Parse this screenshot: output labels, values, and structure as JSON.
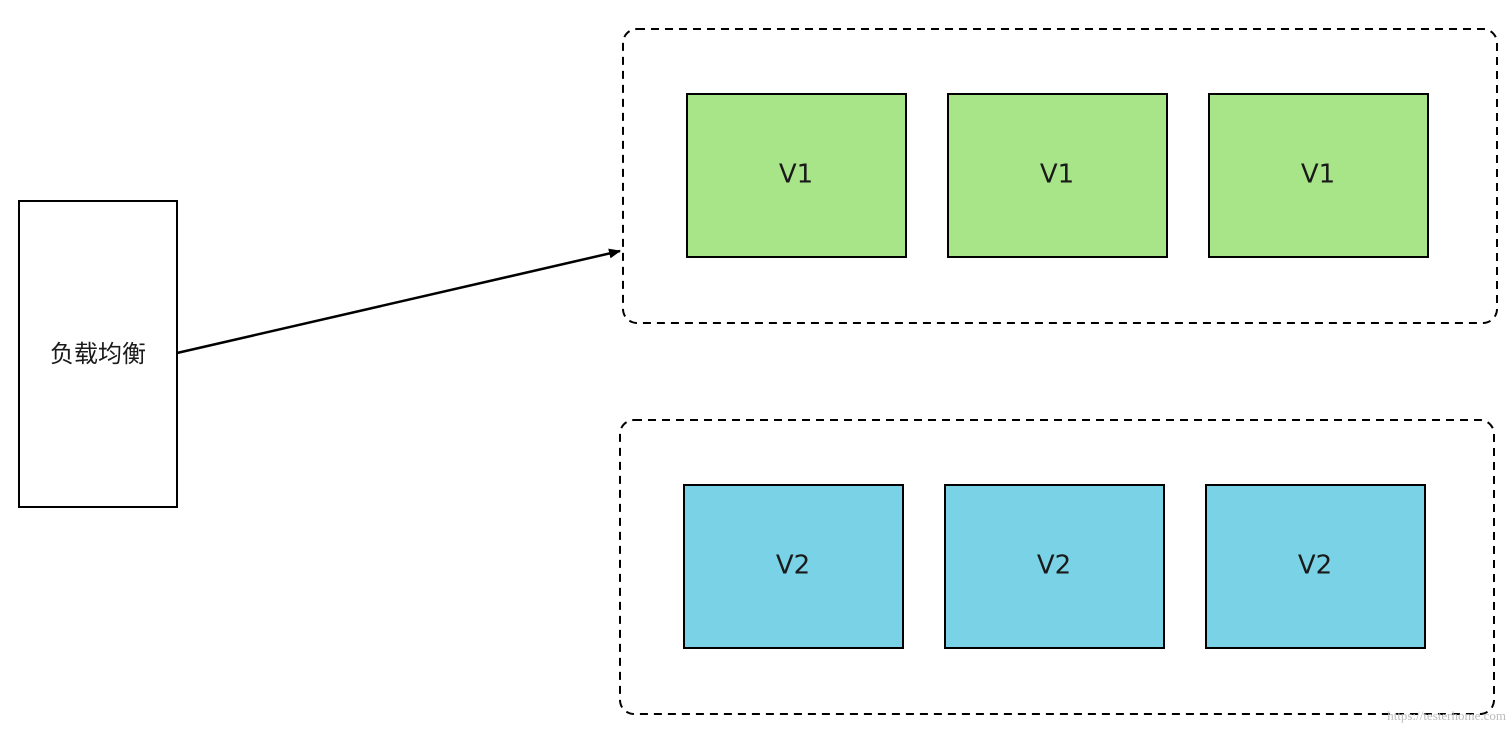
{
  "diagram": {
    "load_balancer": {
      "label": "负载均衡"
    },
    "groups": [
      {
        "id": "v1-group",
        "color": "#a8e588",
        "nodes": [
          "V1",
          "V1",
          "V1"
        ]
      },
      {
        "id": "v2-group",
        "color": "#79d2e6",
        "nodes": [
          "V2",
          "V2",
          "V2"
        ]
      }
    ],
    "arrow": {
      "from": "load_balancer",
      "to": "v1-group"
    },
    "watermark": "https://testerhome.com"
  }
}
